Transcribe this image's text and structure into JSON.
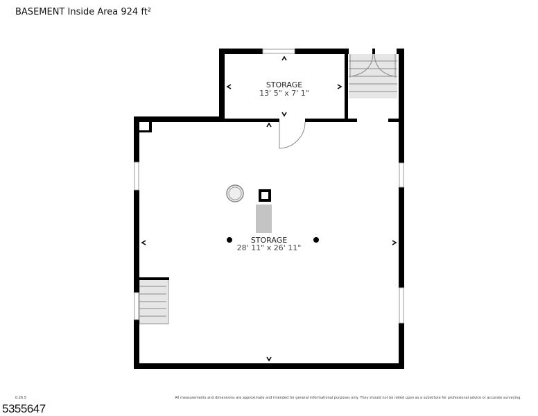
{
  "header": {
    "title": "BASEMENT Inside Area 924 ft²"
  },
  "rooms": [
    {
      "name": "STORAGE",
      "dimensions": "13' 5\" x 7' 1\""
    },
    {
      "name": "STORAGE",
      "dimensions": "28' 11\" x 26' 11\""
    }
  ],
  "footer": {
    "version": "0.26.5",
    "listing_id": "5355647",
    "disclaimer": "All measurements and dimensions are approximate and intended for general informational purposes only. They should not be relied upon as a substitute for professional advice or accurate surveying."
  },
  "colors": {
    "wall": "#000000",
    "stairs": "#e6e6e6",
    "fixture": "#c4c4c4"
  }
}
